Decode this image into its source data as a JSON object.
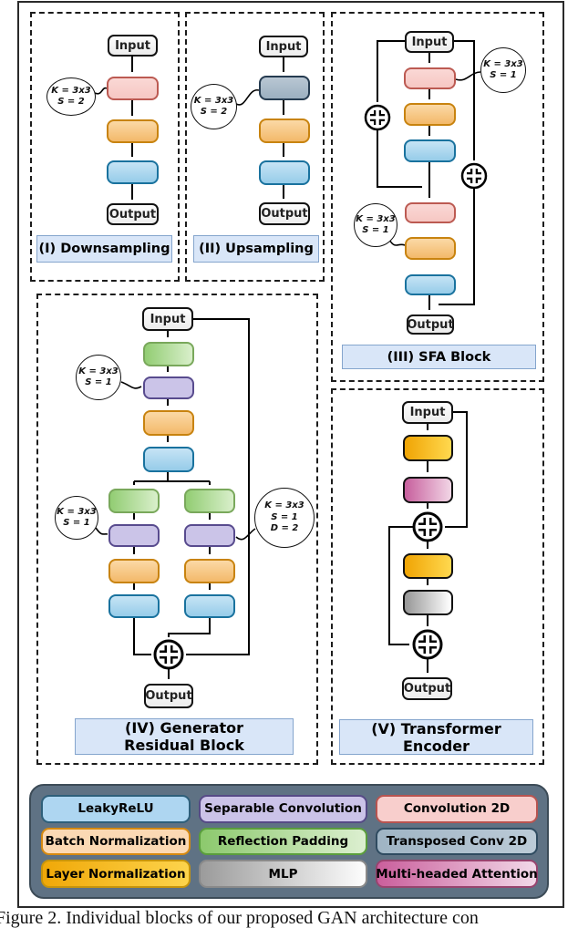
{
  "figure": {
    "caption": "Figure 2. Individual blocks of our proposed GAN architecture con"
  },
  "labels": {
    "input": "Input",
    "output": "Output"
  },
  "panels": {
    "p1": {
      "title": "(I) Downsampling",
      "ann1": {
        "l1": "K = 3x3",
        "l2": "S = 2"
      }
    },
    "p2": {
      "title": "(II) Upsampling",
      "ann1": {
        "l1": "K = 3x3",
        "l2": "S = 2"
      }
    },
    "p3": {
      "title": "(III) SFA Block",
      "ann1": {
        "l1": "K = 3x3",
        "l2": "S = 1"
      },
      "ann2": {
        "l1": "K = 3x3",
        "l2": "S = 1"
      }
    },
    "p4": {
      "title1": "(IV) Generator",
      "title2": "Residual Block",
      "ann1": {
        "l1": "K = 3x3",
        "l2": "S = 1"
      },
      "ann2": {
        "l1": "K = 3x3",
        "l2": "S = 1"
      },
      "ann3": {
        "l1": "K = 3x3",
        "l2": "S = 1",
        "l3": "D = 2"
      }
    },
    "p5": {
      "title1": "(V) Transformer",
      "title2": "Encoder"
    }
  },
  "legend": {
    "panel_fill": "#5f7284",
    "panel_border": "#3c4b57",
    "items": [
      {
        "label": "LeakyReLU",
        "fill": "#aed6f1",
        "border": "#2e5f7a"
      },
      {
        "label": "Separable Convolution",
        "fill": "#cbc3e8",
        "border": "#564a86"
      },
      {
        "label": "Convolution 2D",
        "fill": "#f8cecc",
        "border": "#b85450"
      },
      {
        "label": "Batch Normalization",
        "fill": "#fbd9b4",
        "border": "#d68910"
      },
      {
        "label": "Reflection Padding",
        "fill": "#a6d589",
        "border": "#5a9e3c"
      },
      {
        "label": "Transposed Conv 2D",
        "fill": "#aabfce",
        "border": "#2f4b60"
      },
      {
        "label": "Layer Normalization",
        "fill": "#f6b90d",
        "border": "#c8950c"
      },
      {
        "label": "MLP",
        "fill": "#d9d9d9",
        "border": "#8a8a8a"
      },
      {
        "label": "Multi-headed Attention",
        "fill": "#cf6ba3",
        "border": "#99446f"
      }
    ]
  }
}
